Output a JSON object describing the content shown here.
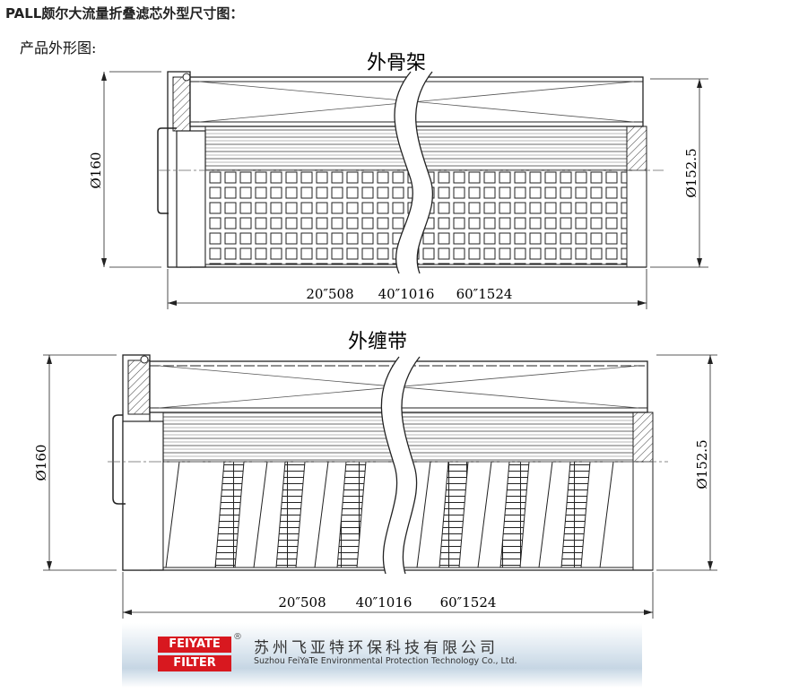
{
  "page": {
    "heading": "PALL颇尔大流量折叠滤芯外型尺寸图：",
    "subheading": "产品外形图:"
  },
  "diagram_top": {
    "title": "外骨架",
    "dim_left": "Ø160",
    "dim_right": "Ø152.5",
    "lengths": [
      "20″508",
      "40″1016",
      "60″1524"
    ]
  },
  "diagram_bottom": {
    "title": "外缠带",
    "dim_left": "Ø160",
    "dim_right": "Ø152.5",
    "lengths": [
      "20″508",
      "40″1016",
      "60″1524"
    ]
  },
  "banner": {
    "logo_top": "FEIYATE",
    "logo_bottom": "FILTER",
    "registered": "®",
    "company_cn": "苏州飞亚特环保科技有限公司",
    "company_en": "Suzhou FeiYaTe Environmental Protection Technology Co., Ltd."
  }
}
